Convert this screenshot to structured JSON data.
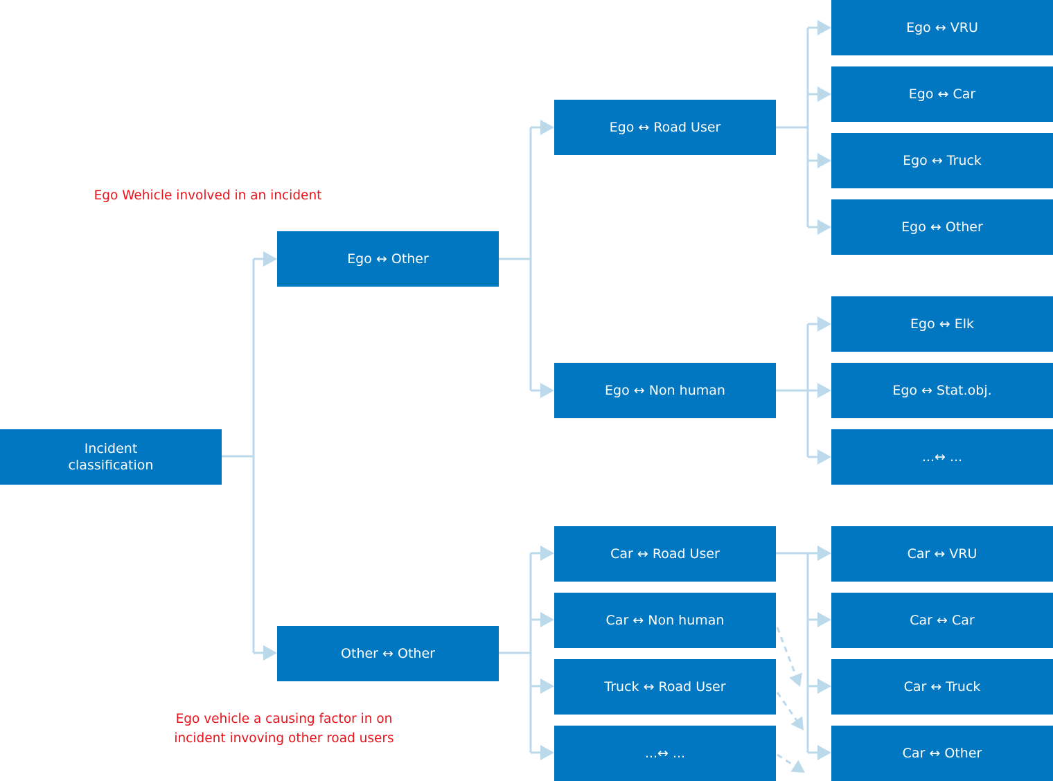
{
  "colors": {
    "node": "#0077c0",
    "connector": "#bcd9ec",
    "annotation": "#e8131b"
  },
  "root": {
    "label_line1": "Incident",
    "label_line2": "classification"
  },
  "level1": {
    "ego_other": "Ego ↔ Other",
    "other_other": "Other ↔ Other"
  },
  "level2": {
    "ego_road_user": "Ego ↔ Road User",
    "ego_non_human": "Ego ↔ Non human",
    "car_road_user": "Car ↔ Road User",
    "car_non_human": "Car ↔ Non human",
    "truck_road_user": "Truck ↔ Road User",
    "other_more": "...↔ ..."
  },
  "level3": {
    "ego_vru": "Ego ↔ VRU",
    "ego_car": "Ego ↔ Car",
    "ego_truck": "Ego ↔ Truck",
    "ego_other": "Ego ↔ Other",
    "ego_elk": "Ego ↔ Elk",
    "ego_stat_obj": "Ego ↔ Stat.obj.",
    "ego_more": "...↔ ...",
    "car_vru": "Car ↔ VRU",
    "car_car": "Car ↔ Car",
    "car_truck": "Car ↔ Truck",
    "car_other": "Car ↔ Other"
  },
  "annotations": {
    "ego_involved": "Ego Wehicle involved in an incident",
    "causing_line1": "Ego vehicle a causing factor in on",
    "causing_line2": "incident invoving other road users"
  }
}
